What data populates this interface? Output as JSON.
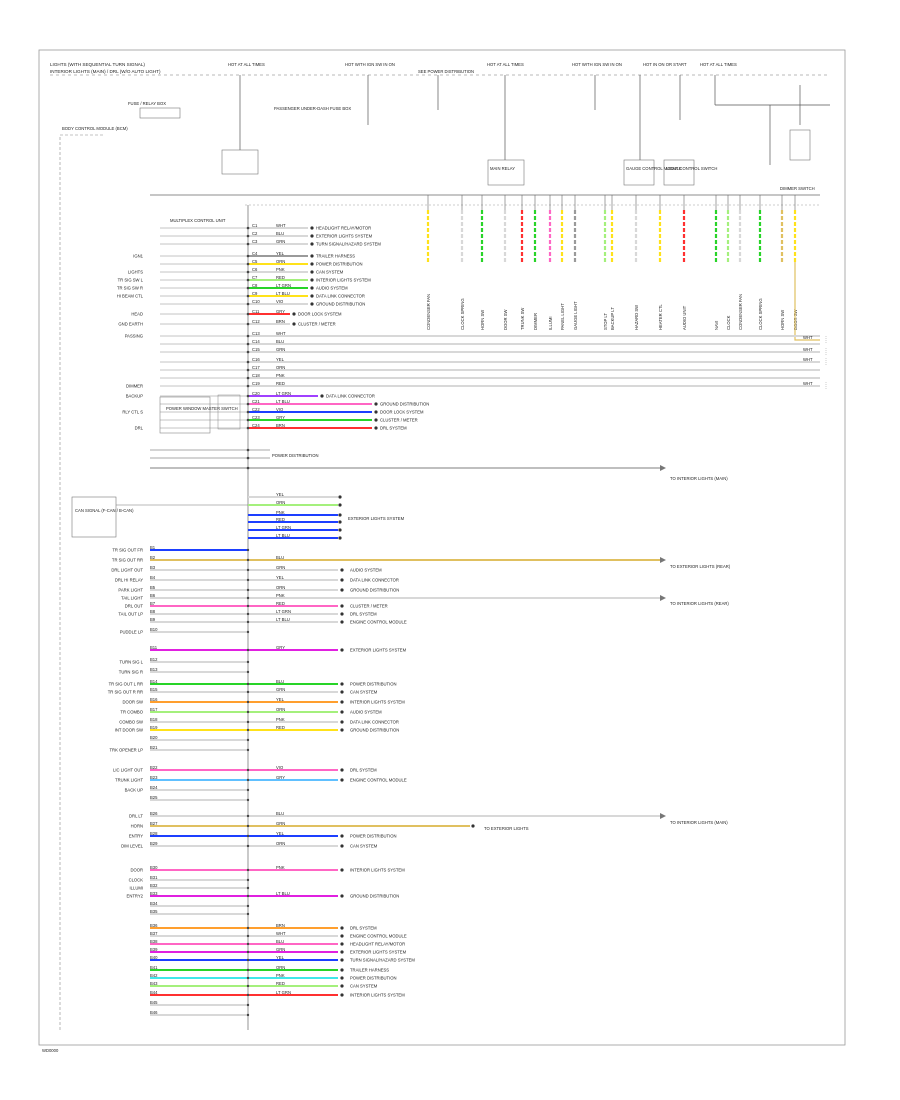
{
  "title": {
    "line1": "LIGHTS (WITH SEQUENTIAL TURN SIGNAL)",
    "line2": "INTERIOR LIGHTS (MAIN) / DRL (W/O AUTO LIGHT)"
  },
  "footer_code": "WD0000",
  "colors": {
    "white": "#d8d8d8",
    "blue": "#1d3fff",
    "green": "#28d428",
    "yellow": "#ffe21a",
    "orange": "#ff9f2e",
    "pink": "#ff66c4",
    "red": "#ff3030",
    "violet": "#a040ff",
    "lightblue": "#60c0ff",
    "ltgreen": "#a4f07c",
    "gray": "#9a9a9a",
    "tan": "#e0c060",
    "cyan": "#40e8e8",
    "magenta": "#e020e0"
  },
  "top_sources": [
    {
      "id": "s1",
      "label": "HOT AT ALL TIMES"
    },
    {
      "id": "s2",
      "label": "HOT WITH IGN SW IN ON"
    },
    {
      "id": "s3",
      "label": "SEE POWER DISTRIBUTION"
    },
    {
      "id": "s4",
      "label": "HOT AT ALL TIMES"
    },
    {
      "id": "s5",
      "label": "HOT WITH IGN SW IN ON"
    },
    {
      "id": "s6",
      "label": "HOT IN ON OR START"
    },
    {
      "id": "s7",
      "label": "HOT AT ALL TIMES"
    }
  ],
  "top_blocks": [
    {
      "id": "fuse_box",
      "label": "FUSE / RELAY BOX"
    },
    {
      "id": "fuse_panel",
      "label": "PASSENGER UNDER-DASH FUSE BOX"
    },
    {
      "id": "main_relay",
      "label": "MAIN RELAY"
    },
    {
      "id": "gauge",
      "label": "GAUGE CONTROL MODULE"
    },
    {
      "id": "light_sw",
      "label": "LIGHT CONTROL SWITCH"
    },
    {
      "id": "dimmer",
      "label": "DIMMER SWITCH"
    }
  ],
  "left_side_block": {
    "label": "BODY CONTROL MODULE (BCM)"
  },
  "mid_blocks": [
    {
      "id": "power_window",
      "label": "POWER WINDOW MASTER SWITCH"
    },
    {
      "id": "unit_a",
      "label": "CAN SIGNAL (F-CAN / B-CAN)"
    },
    {
      "id": "control_unit",
      "label": "MULTIPLEX CONTROL UNIT"
    }
  ],
  "left_labels_upper": [
    "IGN1",
    "LIGHTS",
    "TR SIG SW L",
    "TR SIG SW R",
    "HI BEAM CTL",
    "HEAD",
    "GND EARTH",
    "PASSING",
    "DIMMER",
    "BACKUP",
    "RLY CTL S",
    "DRL"
  ],
  "left_labels_lower": [
    "TR SIG OUT FR",
    "TR SIG OUT RR",
    "DRL LIGHT OUT",
    "DRL HI RELAY",
    "PARK LIGHT",
    "TAIL LIGHT",
    "DRL OUT",
    "TAIL OUT LP",
    "",
    "PUDDLE LP",
    "",
    "TURN SIG L",
    "TURN SIG R",
    "TR SIG OUT L RR",
    "TR SIG OUT R RR",
    "DOOR SW",
    "TR COMBO",
    "COMBO SW",
    "INT DOOR SW",
    "",
    "TRK OPENER LP",
    "LIC LIGHT OUT",
    "TRUNK LIGHT",
    "BACK UP",
    "",
    "DRL LT",
    "HORN",
    "ENTRY",
    "DIM LEVEL",
    "DOOR",
    "CLOCK",
    "ILLUMI",
    "ENTRY2"
  ],
  "wire_codes": [
    "WHT",
    "BLU",
    "GRN",
    "YEL",
    "ORN",
    "PNK",
    "RED",
    "LT GRN",
    "LT BLU",
    "VIO",
    "GRY",
    "BRN"
  ],
  "dest_labels": [
    "HEADLIGHT RELAY/MOTOR",
    "EXTERIOR LIGHTS SYSTEM",
    "TURN SIGNAL/HAZARD SYSTEM",
    "TRAILER HARNESS",
    "POWER DISTRIBUTION",
    "CAN SYSTEM",
    "INTERIOR LIGHTS SYSTEM",
    "AUDIO SYSTEM",
    "DATA LINK CONNECTOR",
    "GROUND DISTRIBUTION",
    "DOOR LOCK SYSTEM",
    "CLUSTER / METER",
    "DRL SYSTEM",
    "ENGINE CONTROL MODULE"
  ],
  "right_refs": [
    {
      "label": "TO INTERIOR LIGHTS (MAIN)"
    },
    {
      "label": "TO EXTERIOR LIGHTS (REAR)"
    },
    {
      "label": "TO INTERIOR LIGHTS (REAR)"
    },
    {
      "label": "TO INTERIOR LIGHTS (MAIN)"
    },
    {
      "label": "TO EXTERIOR LIGHTS"
    }
  ],
  "top_dest_labels": [
    "CONDENSER FAN",
    "CLOCK SPRING",
    "HORN SW",
    "DOOR SW",
    "TRUNK SW",
    "DIMMER",
    "ILLUMI",
    "PANEL LIGHT",
    "GAUGE LIGHT",
    "STOP LT",
    "BACKUP LT",
    "HAZARD SW",
    "HEATER CTL",
    "AUDIO UNIT",
    "NAVI",
    "CLOCK"
  ]
}
